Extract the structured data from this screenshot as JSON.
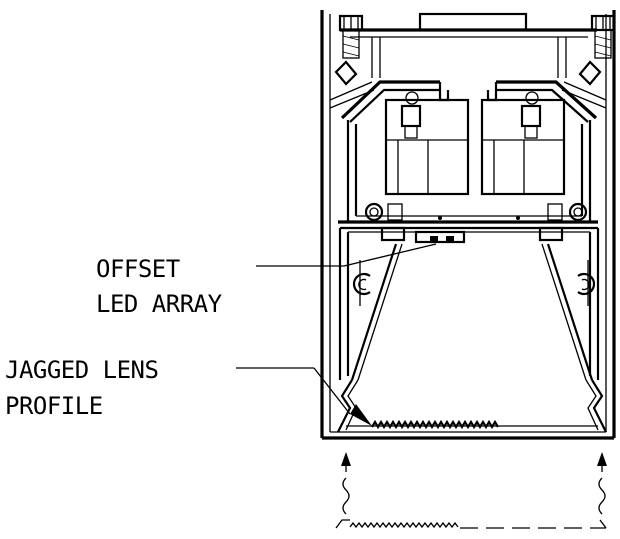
{
  "labels": {
    "offset_led_line1": "OFFSET",
    "offset_led_line2": "LED ARRAY",
    "jagged_lens_line1": "JAGGED LENS",
    "jagged_lens_line2": "PROFILE"
  },
  "colors": {
    "line": "#000000",
    "background": "#ffffff"
  }
}
